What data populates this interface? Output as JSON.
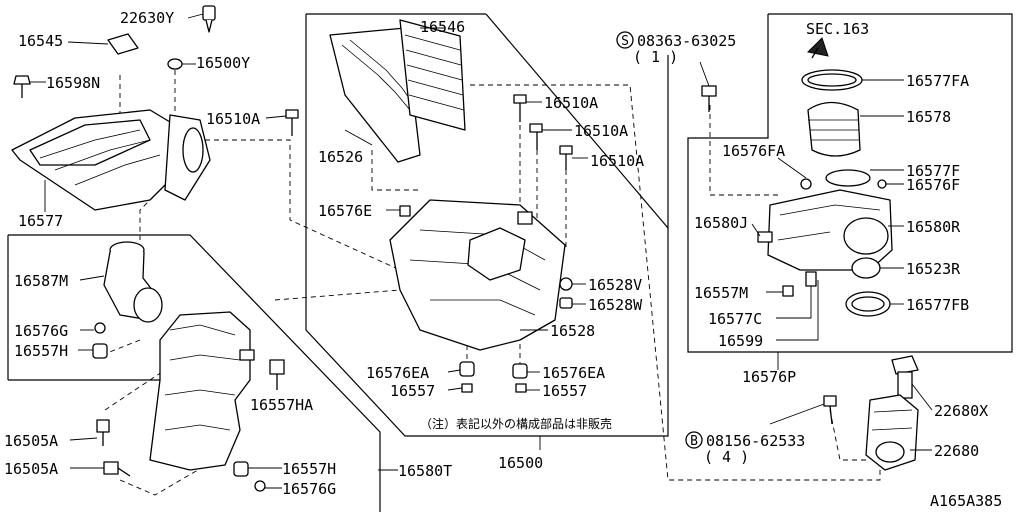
{
  "diagram": {
    "labels": {
      "l22630y": "22630Y",
      "l16545": "16545",
      "l16500y": "16500Y",
      "l16598n": "16598N",
      "l16510a_left": "16510A",
      "l16577": "16577",
      "l16587m": "16587M",
      "l16576g_l": "16576G",
      "l16557h_l": "16557H",
      "l16505a_1": "16505A",
      "l16505a_2": "16505A",
      "l16557ha": "16557HA",
      "l16557h_r": "16557H",
      "l16576g_r": "16576G",
      "l16580t": "16580T",
      "l16546": "16546",
      "l16526": "16526",
      "l16510a_m1": "16510A",
      "l16510a_m2": "16510A",
      "l16510a_m3": "16510A",
      "l16576e": "16576E",
      "l16528v": "16528V",
      "l16528w": "16528W",
      "l16528": "16528",
      "l16576ea_l": "16576EA",
      "l16576ea_r": "16576EA",
      "l16557_l": "16557",
      "l16557_r": "16557",
      "l16500": "16500",
      "note_jp": "（注）表記以外の構成部品は非販売",
      "l08363": "08363-63025",
      "l08363_qty": "( 1 )",
      "sec163": "SEC.163",
      "l16577fa": "16577FA",
      "l16578": "16578",
      "l16576fa": "16576FA",
      "l16577f": "16577F",
      "l16576f": "16576F",
      "l16580j": "16580J",
      "l16580r": "16580R",
      "l16523r": "16523R",
      "l16557m": "16557M",
      "l16577fb": "16577FB",
      "l16577c": "16577C",
      "l16599": "16599",
      "l16576p": "16576P",
      "l08156": "08156-62533",
      "l08156_qty": "( 4 )",
      "l22680x": "22680X",
      "l22680": "22680",
      "ref": "A165A385"
    },
    "symbols": {
      "s_circle": "S",
      "b_circle": "B"
    }
  }
}
